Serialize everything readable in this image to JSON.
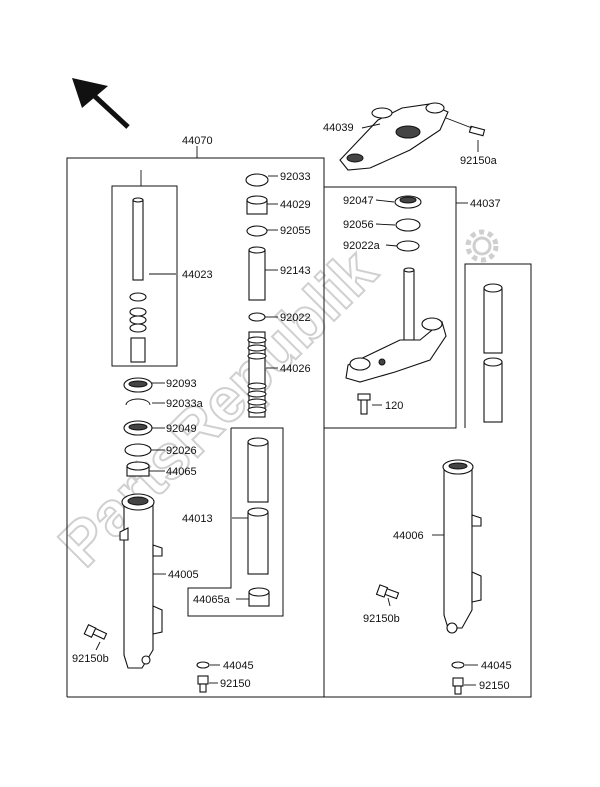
{
  "watermark": "PartsRepublik",
  "labels": {
    "l44070": "44070",
    "l44039": "44039",
    "l92150a": "92150a",
    "l44037": "44037",
    "l92047": "92047",
    "l92056": "92056",
    "l92022a": "92022a",
    "l120": "120",
    "l92033": "92033",
    "l44029": "44029",
    "l92055": "92055",
    "l92143": "92143",
    "l92022": "92022",
    "l44026": "44026",
    "l44023": "44023",
    "l92093": "92093",
    "l92033a": "92033a",
    "l92049": "92049",
    "l92026": "92026",
    "l44065": "44065",
    "l44013": "44013",
    "l44005": "44005",
    "l44065a": "44065a",
    "l92150b_left": "92150b",
    "l44045_left": "44045",
    "l92150_left": "92150",
    "l44006": "44006",
    "l92150b_right": "92150b",
    "l44045_right": "44045",
    "l92150_right": "92150"
  },
  "icons": {
    "direction_arrow": "arrow-up-left-icon",
    "settings": "gear-icon"
  }
}
